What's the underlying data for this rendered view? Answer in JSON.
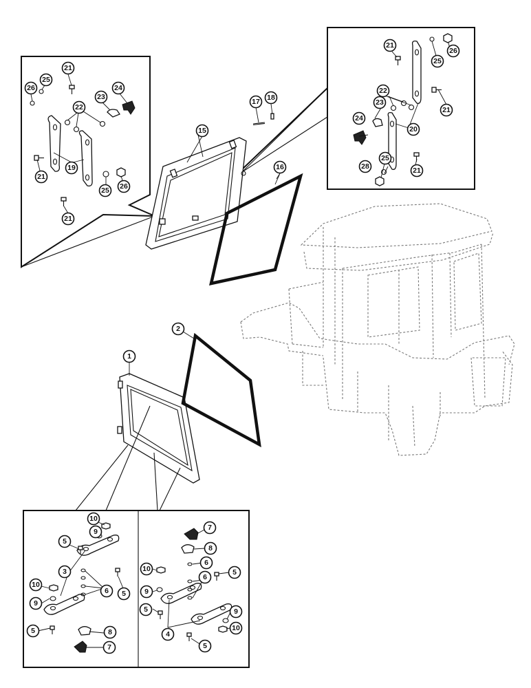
{
  "diagram": {
    "callouts": {
      "frame_front": "1",
      "seal_front": "2",
      "strap_left": "3",
      "strap_right": "4",
      "bolt": "5",
      "washer": "6",
      "handle": "7",
      "latch": "8",
      "lockwasher": "9",
      "nut": "10",
      "frame_rear": "15",
      "seal_rear": "16",
      "pin": "17",
      "clip": "18",
      "strap_upper_left": "19",
      "strap_upper_right": "20",
      "bolt_upper": "21",
      "washer_upper": "22",
      "latch_upper": "23",
      "handle_upper": "24",
      "lockwasher_upper": "25",
      "nut_upper": "26",
      "nut_upper_28": "28"
    }
  }
}
